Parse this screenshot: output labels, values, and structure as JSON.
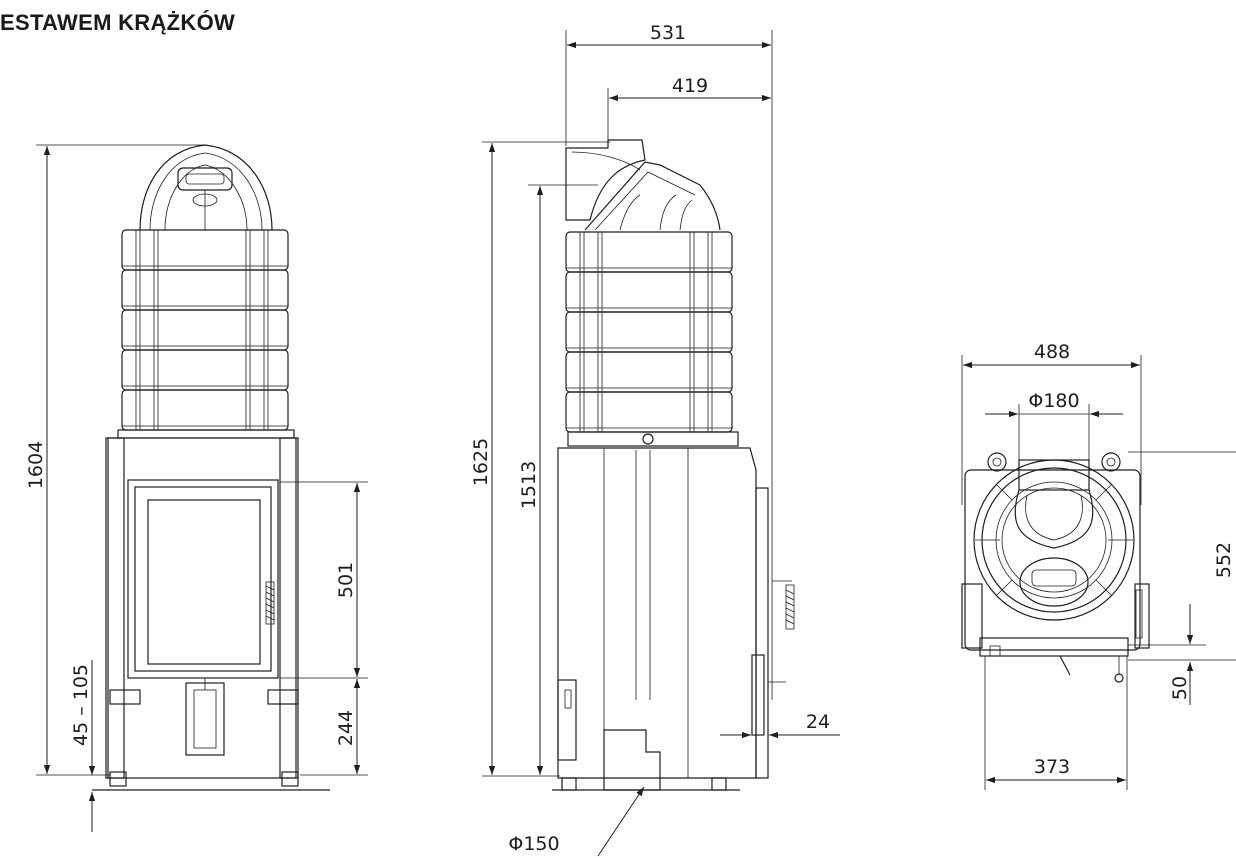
{
  "title": "ESTAWEM KRĄŻKÓW",
  "dimensions": {
    "front": {
      "total_height": "1604",
      "door_height": "501",
      "door_bottom": "244",
      "leg_adjust": "45 – 105"
    },
    "side": {
      "total_width": "531",
      "flue_offset": "419",
      "total_height": "1625",
      "flue_height": "1513",
      "back_offset": "24",
      "air_intake": "Φ150"
    },
    "top": {
      "width": "488",
      "flue_diameter": "Φ180",
      "depth": "552",
      "base_width": "373",
      "base_offset": "50"
    }
  }
}
